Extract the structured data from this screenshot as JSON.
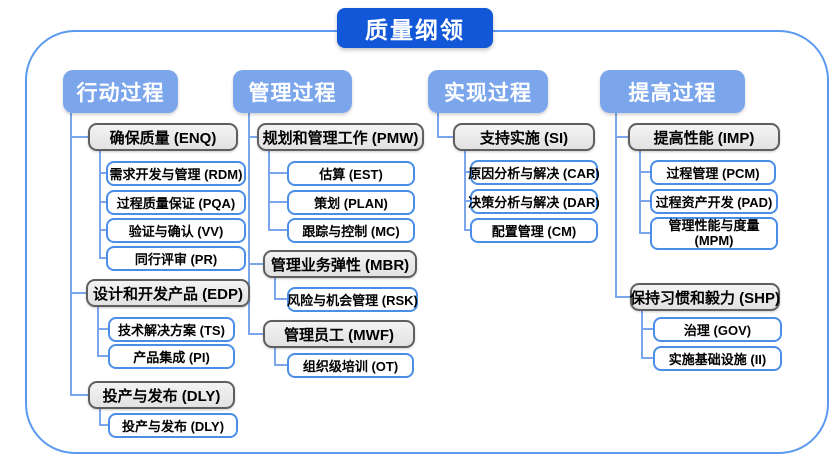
{
  "title": "质量纲领",
  "colors": {
    "title_bg": "#1257d8",
    "header_bg": "#7ca6ec",
    "gray_border": "#5f5f5f",
    "node_border": "#4a8ee8",
    "connector": "#7ca6ec",
    "frame_border": "#5b9af0"
  },
  "columns": [
    {
      "header": "行动过程",
      "groups": [
        {
          "label": "确保质量 (ENQ)",
          "children": [
            "需求开发与管理 (RDM)",
            "过程质量保证 (PQA)",
            "验证与确认 (VV)",
            "同行评审 (PR)"
          ]
        },
        {
          "label": "设计和开发产品 (EDP)",
          "children": [
            "技术解决方案 (TS)",
            "产品集成 (PI)"
          ]
        },
        {
          "label": "投产与发布 (DLY)",
          "children": [
            "投产与发布 (DLY)"
          ]
        }
      ]
    },
    {
      "header": "管理过程",
      "groups": [
        {
          "label": "规划和管理工作 (PMW)",
          "children": [
            "估算 (EST)",
            "策划 (PLAN)",
            "跟踪与控制 (MC)"
          ]
        },
        {
          "label": "管理业务弹性 (MBR)",
          "children": [
            "风险与机会管理 (RSK)"
          ]
        },
        {
          "label": "管理员工 (MWF)",
          "children": [
            "组织级培训 (OT)"
          ]
        }
      ]
    },
    {
      "header": "实现过程",
      "groups": [
        {
          "label": "支持实施 (SI)",
          "children": [
            "原因分析与解决 (CAR)",
            "决策分析与解决 (DAR)",
            "配置管理 (CM)"
          ]
        }
      ]
    },
    {
      "header": "提高过程",
      "groups": [
        {
          "label": "提高性能 (IMP)",
          "children": [
            "过程管理 (PCM)",
            "过程资产开发 (PAD)",
            "管理性能与度量\n(MPM)"
          ]
        },
        {
          "label": "保持习惯和毅力 (SHP)",
          "children": [
            "治理 (GOV)",
            "实施基础设施 (II)"
          ]
        }
      ]
    }
  ]
}
